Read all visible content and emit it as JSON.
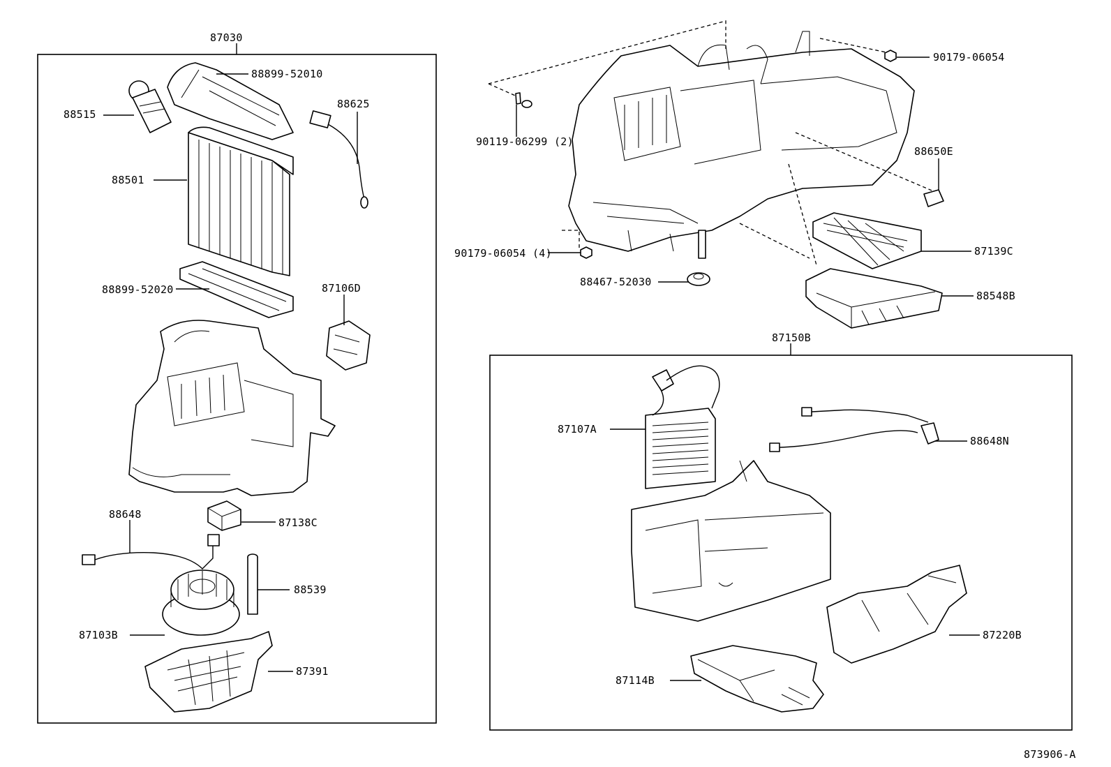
{
  "diagram": {
    "figure_code": "873906-A",
    "groups": [
      {
        "id": "evaporator-unit",
        "label": "87030"
      },
      {
        "id": "heater-unit",
        "label": "87150B"
      }
    ],
    "parts": {
      "p88899_52010": "88899-52010",
      "p88515": "88515",
      "p88625": "88625",
      "p88501": "88501",
      "p88899_52020": "88899-52020",
      "p87106D": "87106D",
      "p88648": "88648",
      "p87138C": "87138C",
      "p88539": "88539",
      "p87103B": "87103B",
      "p87391": "87391",
      "p90179_06054_top": "90179-06054",
      "p90119_06299": "90119-06299 (2)",
      "p88650E": "88650E",
      "p87139C": "87139C",
      "p90179_06054_4": "90179-06054 (4)",
      "p88467_52030": "88467-52030",
      "p88548B": "88548B",
      "p87107A": "87107A",
      "p88648N": "88648N",
      "p87220B": "87220B",
      "p87114B": "87114B"
    }
  }
}
